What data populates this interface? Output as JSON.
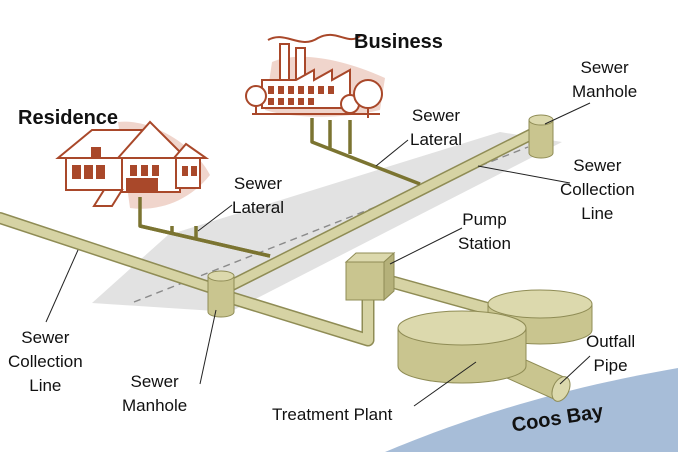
{
  "labels": {
    "business": "Business",
    "residence": "Residence",
    "sewer_manhole_top": [
      "Sewer",
      "Manhole"
    ],
    "sewer_lateral_business": [
      "Sewer",
      "Lateral"
    ],
    "sewer_collection_line_right": [
      "Sewer",
      "Collection",
      "Line"
    ],
    "sewer_lateral_residence": [
      "Sewer",
      "Lateral"
    ],
    "pump_station": [
      "Pump",
      "Station"
    ],
    "sewer_collection_line_left": [
      "Sewer",
      "Collection",
      "Line"
    ],
    "sewer_manhole_bottom": [
      "Sewer",
      "Manhole"
    ],
    "treatment_plant": "Treatment Plant",
    "outfall_pipe": [
      "Outfall",
      "Pipe"
    ],
    "coos_bay": "Coos Bay"
  },
  "colors": {
    "pipe": "#d6d3a4",
    "pipe_edge": "#8f8c55",
    "tank": "#c9c58f",
    "tank_top": "#dcd9ad",
    "lateral": "#7b7431",
    "building": "#a9482a",
    "building_shadow": "#e8c2b6",
    "road": "#e2e2e2",
    "bay": "#a7bdd8",
    "leader": "#222222"
  }
}
